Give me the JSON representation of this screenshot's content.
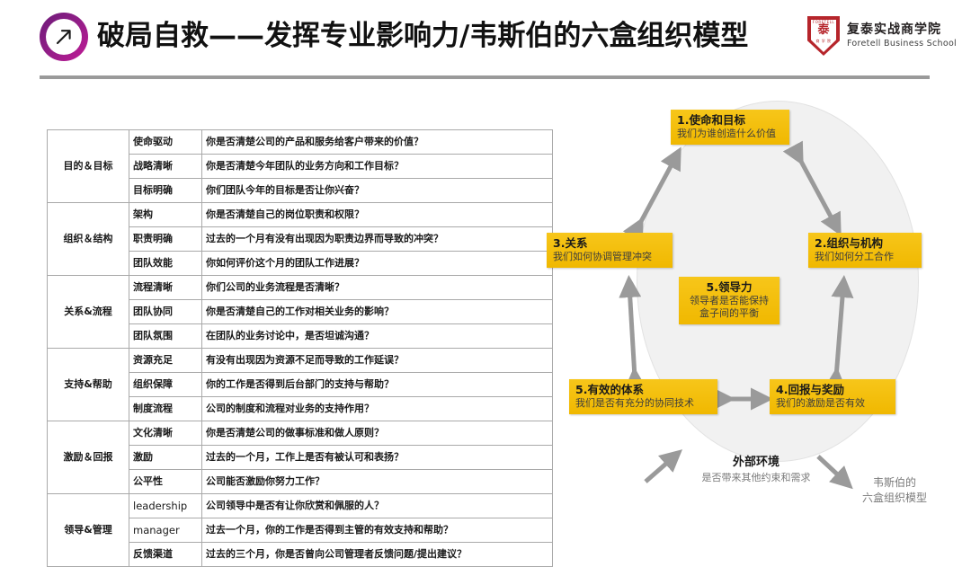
{
  "header": {
    "badge_icon": "arrow-up-right-icon",
    "title": "破局自救——发挥专业影响力/韦斯伯的六盒组织模型",
    "logo": {
      "shield_char": "泰",
      "shield_top": "FORETELL",
      "shield_bottom": "商 学 院",
      "name_cn": "复泰实战商学院",
      "name_en": "Foretell Business School"
    }
  },
  "table": {
    "groups": [
      {
        "category": "目的＆目标",
        "rows": [
          {
            "sub": "使命驱动",
            "q": "你是否清楚公司的产品和服务给客户带来的价值？"
          },
          {
            "sub": "战略清晰",
            "q": "你是否清楚今年团队的业务方向和工作目标？"
          },
          {
            "sub": "目标明确",
            "q": "你们团队今年的目标是否让你兴奋？"
          }
        ]
      },
      {
        "category": "组织＆结构",
        "rows": [
          {
            "sub": "架构",
            "q": "你是否清楚自己的岗位职责和权限？"
          },
          {
            "sub": "职责明确",
            "q": "过去的一个月有没有出现因为职责边界而导致的冲突？"
          },
          {
            "sub": "团队效能",
            "q": "你如何评价这个月的团队工作进展？"
          }
        ]
      },
      {
        "category": "关系&流程",
        "rows": [
          {
            "sub": "流程清晰",
            "q": "你们公司的业务流程是否清晰？"
          },
          {
            "sub": "团队协同",
            "q": "你是否清楚自己的工作对相关业务的影响？"
          },
          {
            "sub": "团队氛围",
            "q": "在团队的业务讨论中，是否坦诚沟通？"
          }
        ]
      },
      {
        "category": "支持&帮助",
        "rows": [
          {
            "sub": "资源充足",
            "q": "有没有出现因为资源不足而导致的工作延误？"
          },
          {
            "sub": "组织保障",
            "q": "你的工作是否得到后台部门的支持与帮助？"
          },
          {
            "sub": "制度流程",
            "q": "公司的制度和流程对业务的支持作用？"
          }
        ]
      },
      {
        "category": "激励＆回报",
        "rows": [
          {
            "sub": "文化清晰",
            "q": "你是否清楚公司的做事标准和做人原则？"
          },
          {
            "sub": "激励",
            "q": "过去的一个月，工作上是否有被认可和表扬？"
          },
          {
            "sub": "公平性",
            "q": "公司能否激励你努力工作？"
          }
        ]
      },
      {
        "category": "领导&管理",
        "rows": [
          {
            "sub": "leadership",
            "latin": true,
            "q": "公司领导中是否有让你欣赏和佩服的人？"
          },
          {
            "sub": "manager",
            "latin": true,
            "q": "过去一个月，你的工作是否得到主管的有效支持和帮助？"
          },
          {
            "sub": "反馈渠道",
            "q": "过去的三个月，你是否曾向公司管理者反馈问题/提出建议？"
          }
        ]
      }
    ]
  },
  "diagram": {
    "boxes": [
      {
        "id": "box1",
        "title": "1.使命和目标",
        "subtitle": "我们为谁创造什么价值"
      },
      {
        "id": "box2",
        "title": "2.组织与机构",
        "subtitle": "我们如何分工合作"
      },
      {
        "id": "box3",
        "title": "3.关系",
        "subtitle": "我们如何协调管理冲突"
      },
      {
        "id": "box4",
        "title": "4.回报与奖励",
        "subtitle": "我们的激励是否有效"
      },
      {
        "id": "box5",
        "title": "5.领导力",
        "subtitle": "领导者是否能保持",
        "subtitle2": "盒子间的平衡"
      },
      {
        "id": "box6",
        "title": "5.有效的体系",
        "subtitle": "我们是否有充分的协同技术"
      }
    ],
    "environment": {
      "title": "外部环境",
      "subtitle": "是否带来其他约束和需求"
    },
    "caption_line1": "韦斯伯的",
    "caption_line2": "六盒组织模型"
  },
  "colors": {
    "box_yellow": "#F5C211",
    "arrow_gray": "#9a9a9a",
    "circle_gray": "#f1f1f1",
    "brand_red": "#b6252b",
    "badge_purple": "#8e1e86"
  }
}
